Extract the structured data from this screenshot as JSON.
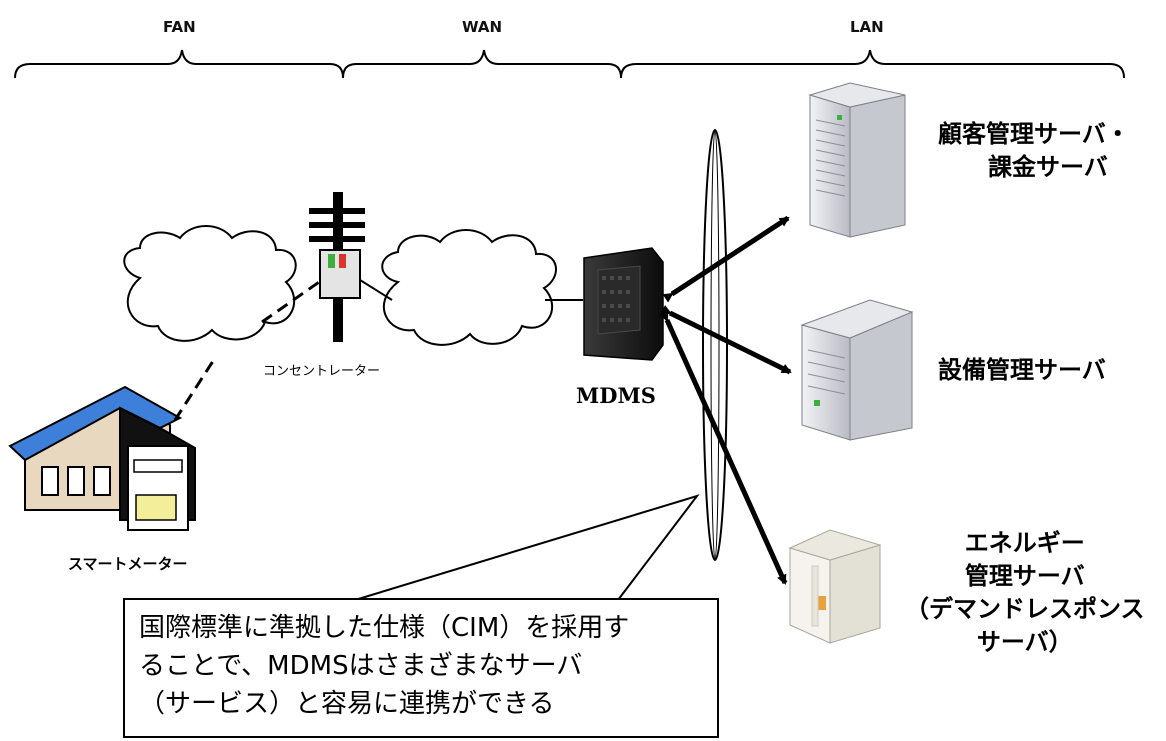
{
  "segments": {
    "fan": "FAN",
    "wan": "WAN",
    "lan": "LAN"
  },
  "labels": {
    "smart_meter": "スマートメーター",
    "concentrator": "コンセントレーター",
    "mdms": "MDMS",
    "customer_server_line1": "顧客管理サーバ・",
    "customer_server_line2": "課金サーバ",
    "equipment_server": "設備管理サーバ",
    "energy_server_line1": "エネルギー",
    "energy_server_line2": "管理サーバ",
    "energy_server_line3": "（デマンドレスポンス",
    "energy_server_line4": "サーバ）"
  },
  "callout": {
    "line1": "国際標準に準拠した仕様（CIM）を採用す",
    "line2": "ることで、MDMSはさまざまなサーバ",
    "line3": "（サービス）と容易に連携ができる"
  },
  "colors": {
    "roof": "#3d7fd9",
    "house_wall": "#e8d8c0",
    "meter_display": "#f2ee9a",
    "concentrator_green": "#3fae3f",
    "concentrator_red": "#d9362b",
    "mdms_body": "#1e1e1e",
    "server_body": "#dcdde2",
    "energy_accent": "#e9a23b"
  }
}
